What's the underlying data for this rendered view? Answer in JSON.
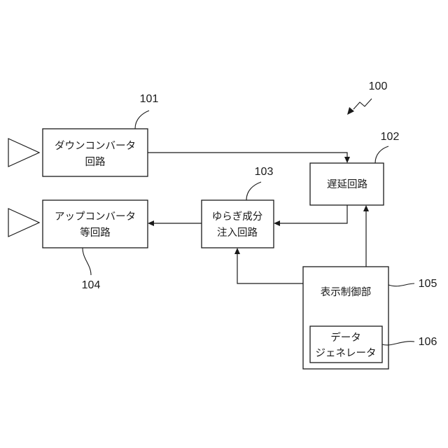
{
  "figure_ref": "100",
  "blocks": {
    "down_converter": {
      "ref": "101",
      "line1": "ダウンコンバータ",
      "line2": "回路"
    },
    "delay": {
      "ref": "102",
      "line1": "遅延回路"
    },
    "fluctuation": {
      "ref": "103",
      "line1": "ゆらぎ成分",
      "line2": "注入回路"
    },
    "up_converter": {
      "ref": "104",
      "line1": "アップコンバータ",
      "line2": "等回路"
    },
    "display_control": {
      "ref": "105",
      "line1": "表示制御部"
    },
    "data_generator": {
      "ref": "106",
      "line1": "データ",
      "line2": "ジェネレータ"
    }
  }
}
